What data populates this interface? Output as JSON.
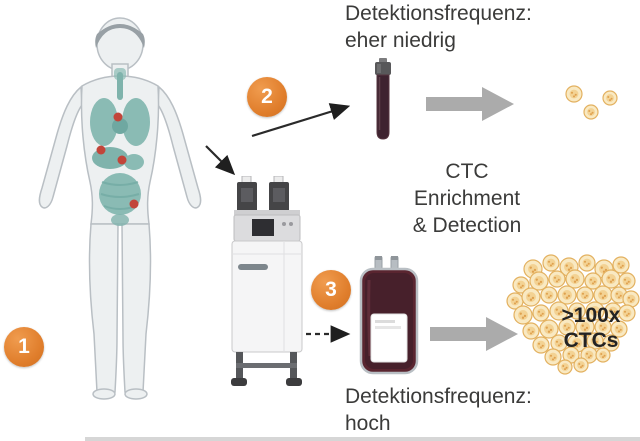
{
  "diagram": {
    "steps": [
      {
        "badge": "1"
      },
      {
        "badge": "2"
      },
      {
        "badge": "3"
      }
    ],
    "captions": {
      "tube": {
        "line1": "Detektionsfrequenz:",
        "line2": "eher niedrig"
      },
      "center": {
        "line1": "CTC",
        "line2": "Enrichment",
        "line3": "& Detection"
      },
      "bag": {
        "line1": "Detektionsfrequenz:",
        "line2": "hoch"
      },
      "cluster": {
        "line1": ">100x",
        "line2": "CTCs"
      }
    },
    "colors": {
      "badge_orange": "#E07E2C",
      "arrow_gray": "#ABABAB",
      "thin_arrow": "#2A2A2A",
      "organ_teal": "#8ABBB4",
      "organ_teal_dark": "#6FA8A1",
      "tumor_red": "#C2453A",
      "blood_dark": "#43222C",
      "cell_fill": "#F9E9C2",
      "cell_ring": "#E3B160",
      "cell_core": "#F2CF8E",
      "cell_speck": "#DFA14F",
      "text": "#3B3B3A"
    }
  }
}
